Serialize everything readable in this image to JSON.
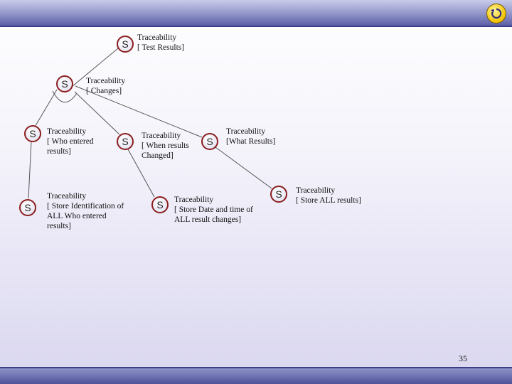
{
  "diagram": {
    "node_symbol": "S",
    "nodes": [
      {
        "id": "test-results",
        "label": "Traceability\n[ Test Results]"
      },
      {
        "id": "changes",
        "label": "Traceability\n[ Changes]"
      },
      {
        "id": "who-entered",
        "label": "Traceability\n[ Who entered\n  results]"
      },
      {
        "id": "when-changed",
        "label": "Traceability\n[ When results\n  Changed]"
      },
      {
        "id": "what-results",
        "label": "Traceability\n[What  Results]"
      },
      {
        "id": "store-identification",
        "label": "Traceability\n[ Store Identification of\nALL   Who entered\nresults]"
      },
      {
        "id": "store-date-time",
        "label": "Traceability\n[ Store Date and time of\nALL result changes]"
      },
      {
        "id": "store-all-results",
        "label": "Traceability\n[ Store ALL results]"
      }
    ],
    "edges": [
      [
        "test-results",
        "changes"
      ],
      [
        "changes",
        "who-entered"
      ],
      [
        "changes",
        "when-changed"
      ],
      [
        "changes",
        "what-results"
      ],
      [
        "who-entered",
        "store-identification"
      ],
      [
        "when-changed",
        "store-date-time"
      ],
      [
        "what-results",
        "store-all-results"
      ]
    ]
  },
  "footer": {
    "page_number": "35"
  },
  "colors": {
    "node_border": "#8b1e1e",
    "bars": "#5c60a6",
    "line": "#555555"
  },
  "icons": {
    "logo": "refresh-arrow-icon"
  }
}
